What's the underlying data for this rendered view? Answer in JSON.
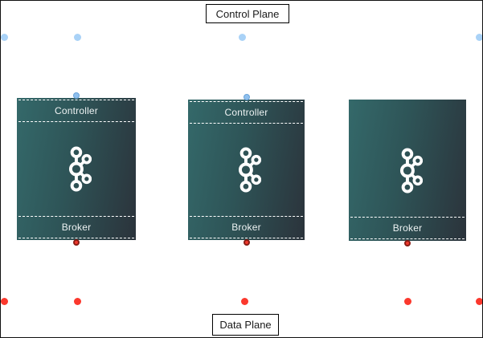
{
  "labels": {
    "control_plane": "Control Plane",
    "data_plane": "Data Plane"
  },
  "nodes": [
    {
      "id": "kafka-node-1",
      "controller": "Controller",
      "broker": "Broker",
      "icon": "kafka-icon"
    },
    {
      "id": "kafka-node-2",
      "controller": "Controller",
      "broker": "Broker",
      "icon": "kafka-icon"
    },
    {
      "id": "kafka-node-3",
      "broker": "Broker",
      "icon": "kafka-icon"
    }
  ],
  "connection_points": {
    "control_plane_row": {
      "color": "#a9d2f7",
      "count": 4
    },
    "data_plane_row": {
      "color": "#fb382d",
      "count": 5
    }
  },
  "colors": {
    "node_gradient_left": "#34696a",
    "node_gradient_right": "#2b333b",
    "node_border": "#ffffff",
    "dashed_line": "#ffffff",
    "controller_connection_dot": "#8fc0ee",
    "broker_connection_dot": "#f0392e",
    "plane_label_background": "#ffffff",
    "plane_label_text": "#1a1a1a",
    "node_text": "#eef3f3",
    "kafka_logo": "#ffffff"
  }
}
